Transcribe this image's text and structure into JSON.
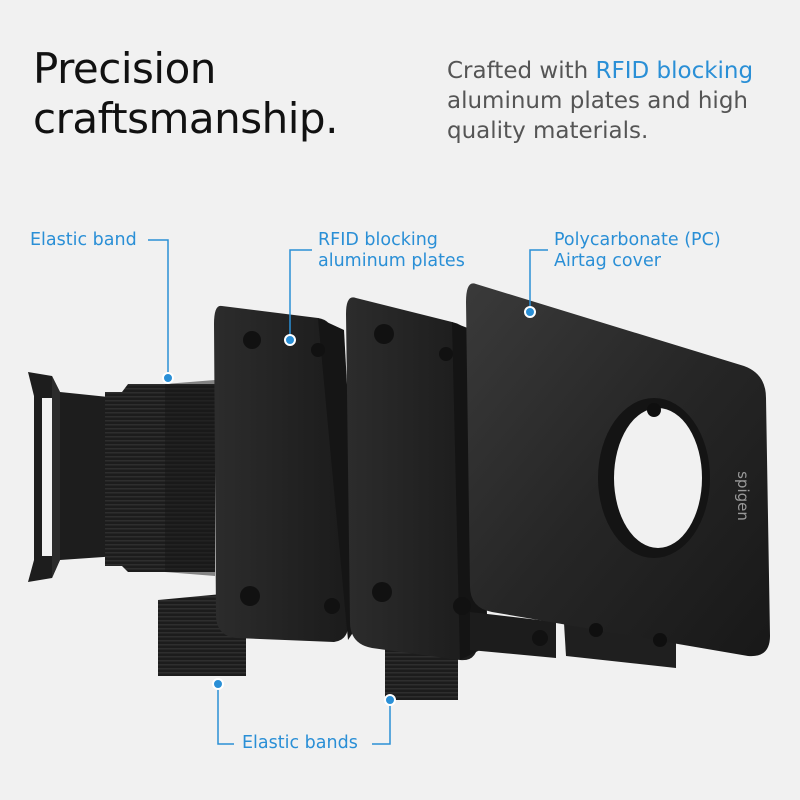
{
  "headline": {
    "line1": "Precision",
    "line2": "craftsmanship."
  },
  "subtitle": {
    "prefix": "Crafted with ",
    "highlight": "RFID blocking",
    "line2": "aluminum plates and high",
    "line3": "quality materials."
  },
  "callouts": {
    "elastic_band": "Elastic band",
    "rfid_line1": "RFID blocking",
    "rfid_line2": "aluminum plates",
    "pc_line1": "Polycarbonate (PC)",
    "pc_line2": "Airtag cover",
    "elastic_bands": "Elastic bands"
  },
  "product": {
    "brand": "spigen"
  },
  "colors": {
    "accent": "#2a8fd6",
    "background": "#f1f1f1",
    "plate": "#1e1e1e"
  }
}
